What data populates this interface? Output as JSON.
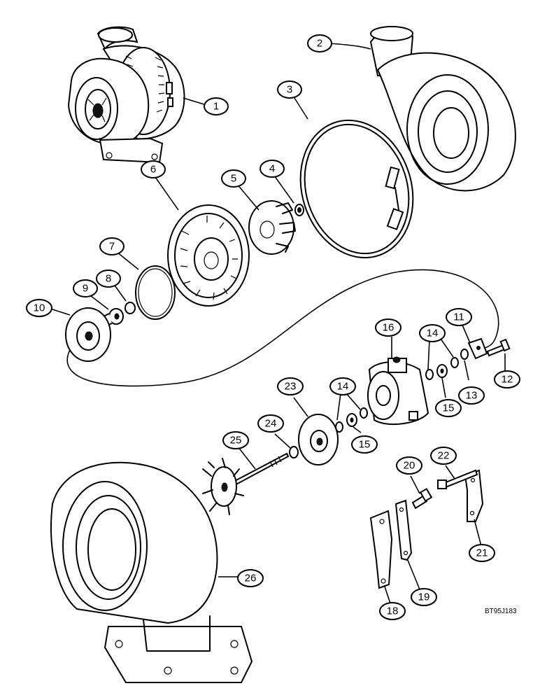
{
  "callouts": [
    {
      "label": "1"
    },
    {
      "label": "2"
    },
    {
      "label": "3"
    },
    {
      "label": "4"
    },
    {
      "label": "5"
    },
    {
      "label": "6"
    },
    {
      "label": "7"
    },
    {
      "label": "8"
    },
    {
      "label": "9"
    },
    {
      "label": "10"
    },
    {
      "label": "11"
    },
    {
      "label": "12"
    },
    {
      "label": "13"
    },
    {
      "label": "14"
    },
    {
      "label": "15"
    },
    {
      "label": "16"
    },
    {
      "label": "23"
    },
    {
      "label": "14"
    },
    {
      "label": "15"
    },
    {
      "label": "24"
    },
    {
      "label": "25"
    },
    {
      "label": "20"
    },
    {
      "label": "22"
    },
    {
      "label": "21"
    },
    {
      "label": "26"
    },
    {
      "label": "19"
    },
    {
      "label": "18"
    }
  ],
  "reference_code": "BT95J183"
}
